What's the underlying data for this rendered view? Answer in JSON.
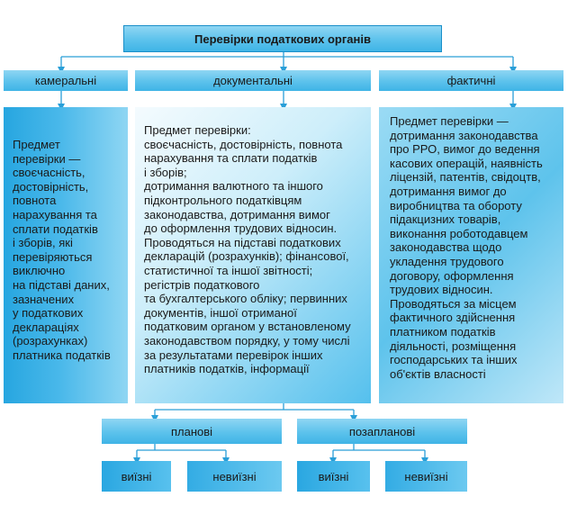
{
  "title": "Перевірки податкових органів",
  "categories": {
    "kameral": "камеральні",
    "document": "документальні",
    "fact": "фактичні"
  },
  "panels": {
    "kameral": "Предмет\nперевірки —\nсвоєчасність,\nдостовірність,\nповнота\nнарахування та\nсплати податків\nі зборів, які\nперевіряються\nвиключно\nна підставі даних,\nзазначених\nу податкових\nдеклараціях\n(розрахунках)\nплатника податків",
    "document": "Предмет перевірки:\nсвоєчасність, достовірність, повнота\nнарахування та сплати податків\nі зборів;\nдотримання валютного та іншого\nпідконтрольного податківцям\nзаконодавства, дотримання вимог\nдо оформлення трудових відносин.\nПроводяться на підставі податкових\nдекларацій (розрахунків); фінансової,\nстатистичної та іншої звітності;\nрегістрів податкового\nта бухгалтерського обліку; первинних\nдокументів, іншої отриманої\nподатковим органом у встановленому\nзаконодавством порядку, у тому числі\nза результатами перевірок інших\nплатників податків, інформації",
    "fact": "Предмет перевірки —\nдотримання законодавства\nпро РРО, вимог до ведення\nкасових операцій, наявність\nліцензій, патентів, свідоцтв,\nдотримання вимог до\nвиробництва та обороту\nпідакцизних товарів,\nвиконання роботодавцем\nзаконодавства щодо\nукладення трудового\nдоговору, оформлення\nтрудових відносин.\nПроводяться за місцем\nфактичного здійснення\nплатником податків\nдіяльності, розміщення\nгосподарських та інших\nоб'єктів власності"
  },
  "types": {
    "planned": "планові",
    "unplanned": "позапланові"
  },
  "leaves": {
    "onsite": "виїзні",
    "offsite": "невиїзні"
  }
}
